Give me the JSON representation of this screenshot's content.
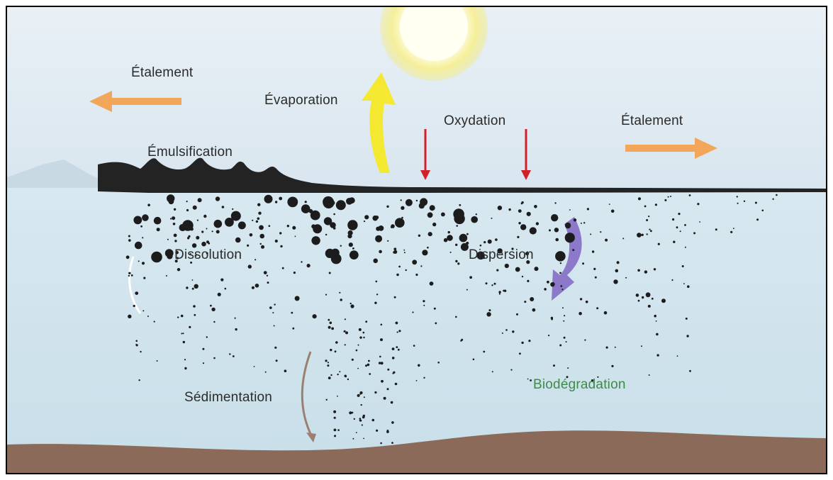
{
  "diagram": {
    "labels": {
      "spreading_left": "Étalement",
      "evaporation": "Évaporation",
      "oxidation": "Oxydation",
      "spreading_right": "Étalement",
      "emulsification": "Émulsification",
      "dissolution": "Dissolution",
      "dispersion": "Dispersion",
      "sedimentation": "Sédimentation",
      "biodegradation": "Biodégradation"
    },
    "colors": {
      "sky": "#dfe9f2",
      "water": "#d4e6ef",
      "seabed": "#8b6a5a",
      "oil": "#1f1f1f",
      "spreading_arrow": "#f2a65a",
      "evaporation_arrow": "#f4e830",
      "oxidation_arrow": "#d0202a",
      "dispersion_arrow": "#8c79c9",
      "sediment_arrow": "#9a8070",
      "biodegradation_text": "#3e8a4b",
      "sun": "#f3ec9a"
    },
    "icons": [
      "sun-icon",
      "arrow-left-icon",
      "arrow-right-icon",
      "arrow-up-icon",
      "arrow-down-icon",
      "curved-arrow-icon"
    ]
  }
}
